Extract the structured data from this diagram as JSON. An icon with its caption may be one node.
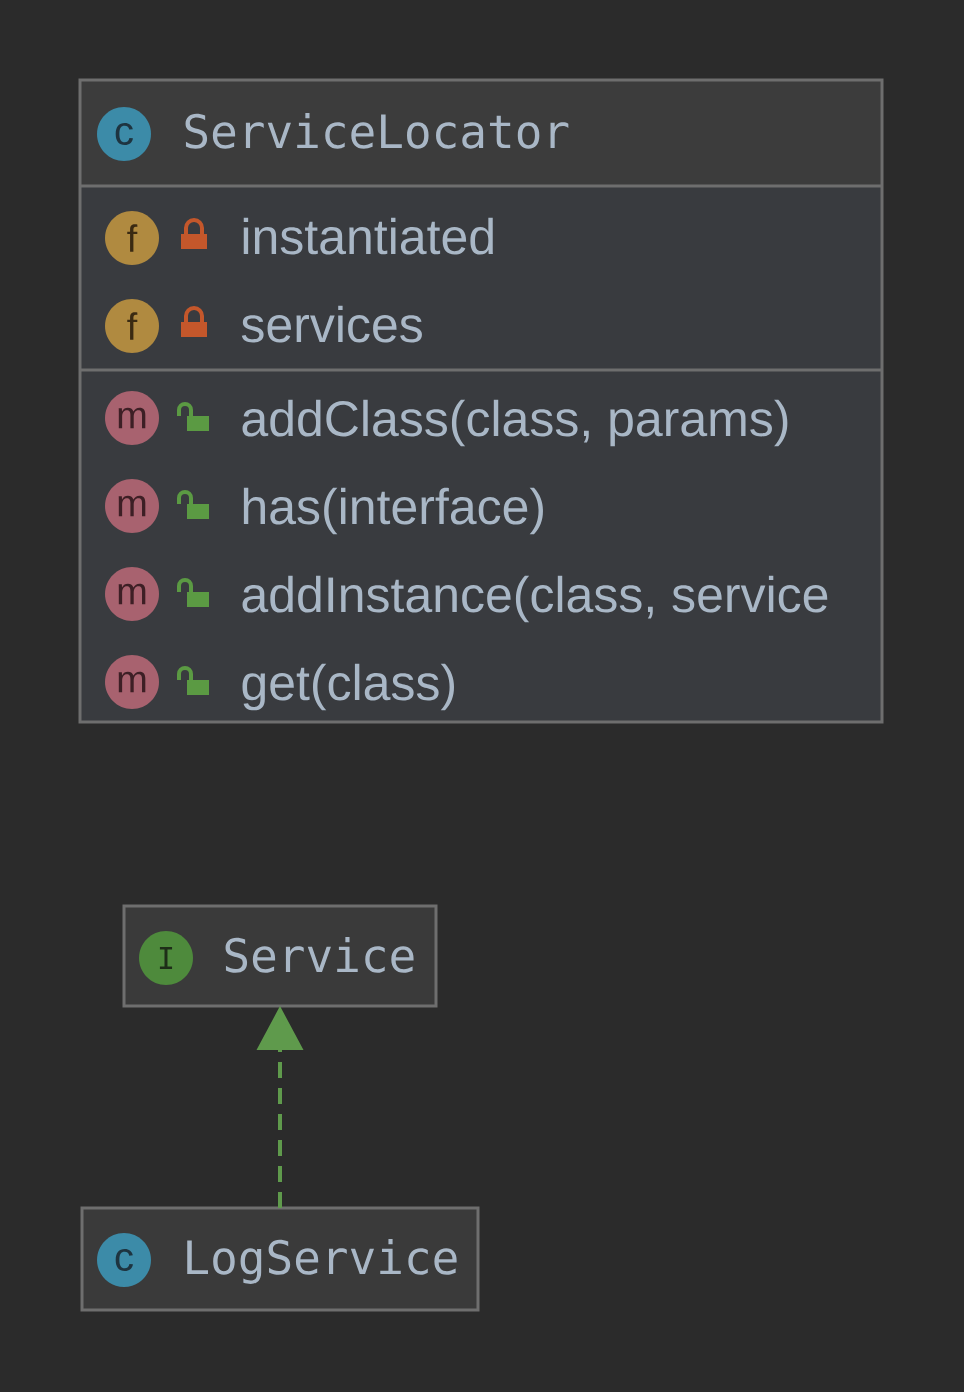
{
  "diagram": {
    "nodes": [
      {
        "text": [
          "ServiceLocator",
          "instantiated",
          "services",
          "addClass(class, params)",
          "has(interface)",
          "addInstance(class, service",
          "get(class)"
        ]
      },
      {
        "text": [
          "c"
        ],
        "in": 0
      },
      {
        "text": [
          "f"
        ],
        "in": 0
      },
      {
        "text": [
          "f"
        ],
        "in": 0
      },
      {
        "text": [
          "m"
        ],
        "in": 0
      },
      {
        "text": [
          "m"
        ],
        "in": 0
      },
      {
        "text": [
          "m"
        ],
        "in": 0
      },
      {
        "text": [
          "m"
        ],
        "in": 0
      },
      {
        "text": [
          "Service"
        ]
      },
      {
        "text": [
          "I"
        ],
        "in": 8
      },
      {
        "text": [
          "LogService"
        ]
      },
      {
        "text": [
          "c"
        ],
        "in": 10
      }
    ],
    "edges": [
      {
        "from": 10,
        "to": 8,
        "arrow": "to",
        "style": "dashed",
        "color": "#5f9a4c"
      }
    ]
  }
}
